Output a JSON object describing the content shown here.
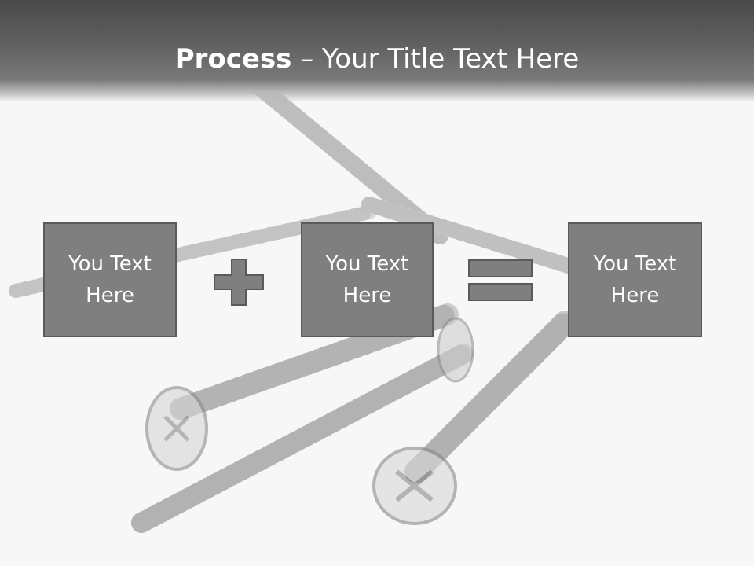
{
  "slide": {
    "title_bold": "Process",
    "title_rest": " – Your Title Text Here"
  },
  "boxes": [
    {
      "label": "You Text Here"
    },
    {
      "label": "You Text Here"
    },
    {
      "label": "You Text Here"
    }
  ],
  "operators": {
    "first": "plus",
    "second": "equals"
  },
  "colors": {
    "box_fill": "#7f7f7f",
    "box_border": "#5a5a5a",
    "title_bar": "#555555",
    "text": "#ffffff",
    "background": "#f7f7f7"
  }
}
